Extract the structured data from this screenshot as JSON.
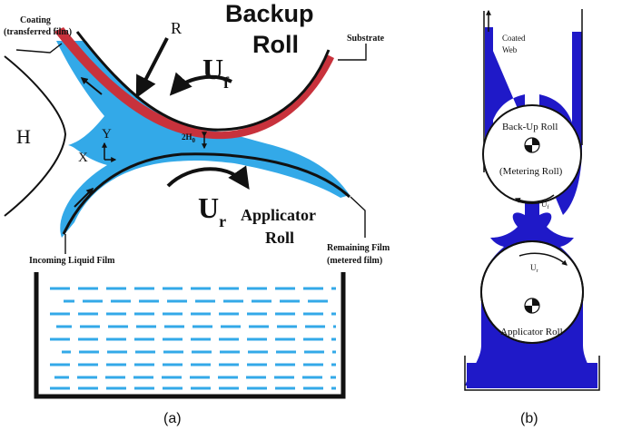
{
  "panel_a": {
    "backup_roll_line1": "Backup",
    "backup_roll_line2": "Roll",
    "coating_line1": "Coating",
    "coating_line2": "(transferred film)",
    "radius_label": "R",
    "substrate_label": "Substrate",
    "uf_main": "U",
    "uf_sub": "f",
    "meniscus_label": "H",
    "y_axis_label": "Y",
    "x_axis_label": "X",
    "gap_main": "2H",
    "gap_sub": "0",
    "ur_main": "U",
    "ur_sub": "r",
    "applicator_line1": "Applicator",
    "applicator_line2": "Roll",
    "incoming_label": "Incoming Liquid Film",
    "remaining_line1": "Remaining Film",
    "remaining_line2": "(metered film)",
    "caption": "(a)"
  },
  "panel_b": {
    "coated_line1": "Coated",
    "coated_line2": "Web",
    "backup_line1": "Back-Up Roll",
    "backup_line2": "(Metering Roll)",
    "uf_main": "U",
    "uf_sub": "f",
    "ur_main": "U",
    "ur_sub": "r",
    "applicator_label": "Applicator Roll",
    "caption": "(b)"
  },
  "colors": {
    "liquid": "#33a9e8",
    "substrate": "#c8323c",
    "roll_outline": "#111111",
    "panel_b_liquid": "#1f19c8"
  }
}
